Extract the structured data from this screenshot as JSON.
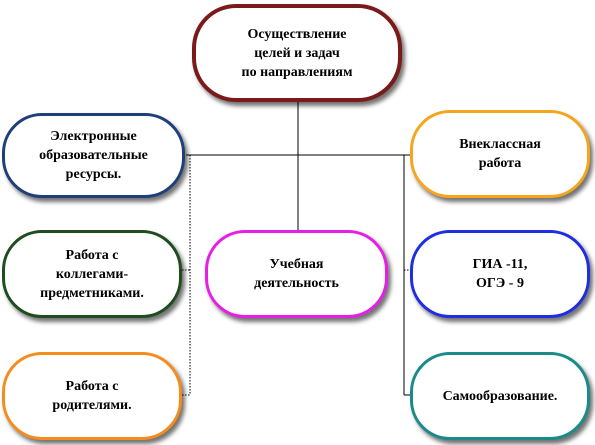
{
  "diagram": {
    "root": {
      "label": "Осуществление\nцелей и задач\nпо направлениям",
      "color": "#7b1a1a"
    },
    "nodes": [
      {
        "id": "electronic",
        "label": "Электронные\nобразовательные\nресурсы.",
        "color": "#1f3f7a"
      },
      {
        "id": "colleagues",
        "label": "Работа с\nколлегами-\nпредметниками.",
        "color": "#1f4d1f"
      },
      {
        "id": "parents",
        "label": "Работа с\nродителями.",
        "color": "#f58c1e"
      },
      {
        "id": "study",
        "label": "Учебная\nдеятельность",
        "color": "#e81ee6"
      },
      {
        "id": "extracurricular",
        "label": "Внеклассная\nработа",
        "color": "#f5a51e"
      },
      {
        "id": "exams",
        "label": "ГИА -11,\nОГЭ - 9",
        "color": "#1e2ee0"
      },
      {
        "id": "selfeducation",
        "label": "Самообразование.",
        "color": "#1a8a8a"
      }
    ]
  }
}
